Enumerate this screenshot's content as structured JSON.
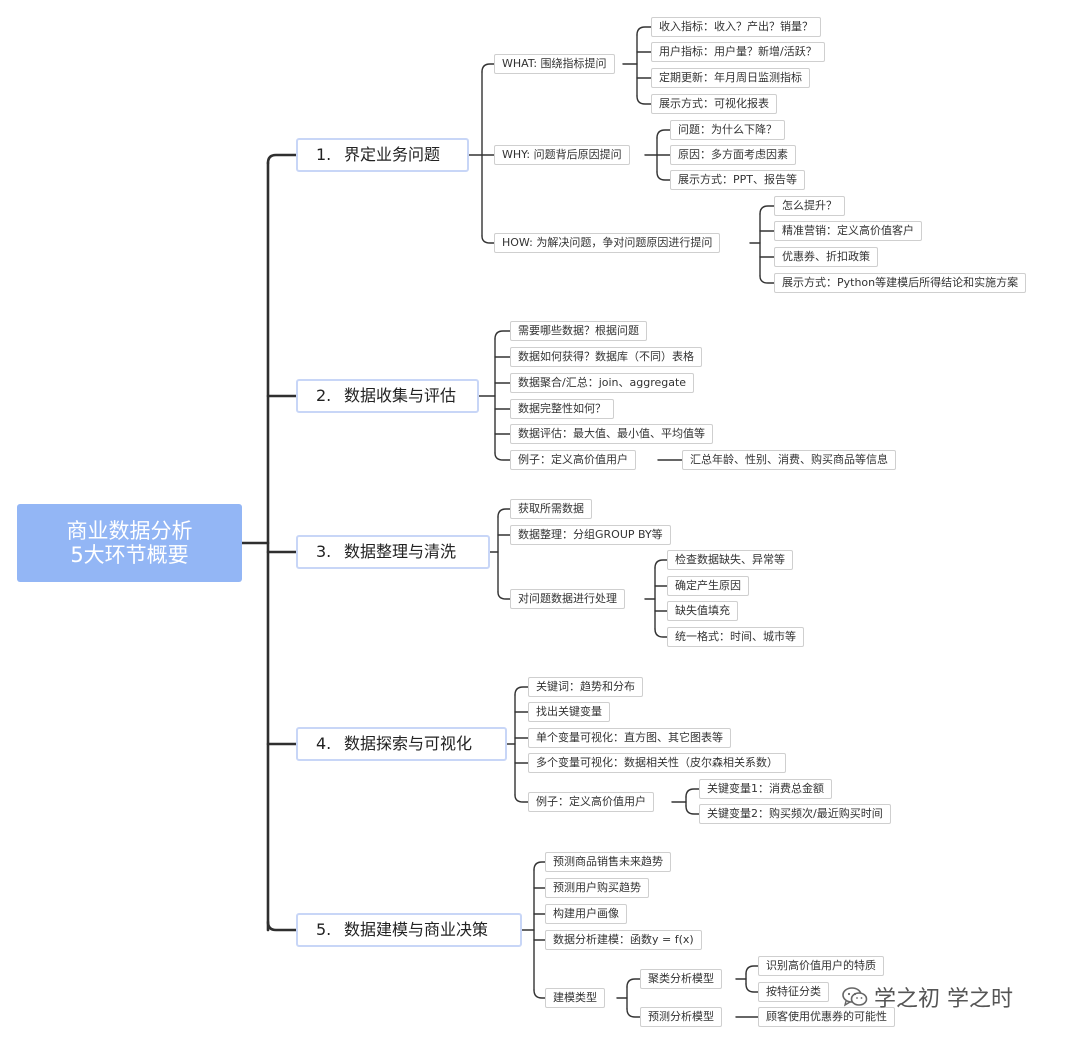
{
  "root": {
    "line1": "商业数据分析",
    "line2": "5大环节概要"
  },
  "sections": [
    {
      "num": "1.",
      "title": "界定业务问题",
      "what": {
        "label": "WHAT: 围绕指标提问",
        "items": [
          "收入指标：收入？产出？销量？",
          "用户指标：用户量？新增/活跃？",
          "定期更新：年月周日监测指标",
          "展示方式：可视化报表"
        ]
      },
      "why": {
        "label": "WHY: 问题背后原因提问",
        "items": [
          "问题：为什么下降？",
          "原因：多方面考虑因素",
          "展示方式：PPT、报告等"
        ]
      },
      "how": {
        "label": "HOW: 为解决问题，争对问题原因进行提问",
        "items": [
          "怎么提升？",
          "精准营销：定义高价值客户",
          "优惠券、折扣政策",
          "展示方式：Python等建模后所得结论和实施方案"
        ]
      }
    },
    {
      "num": "2.",
      "title": "数据收集与评估",
      "items": [
        "需要哪些数据？根据问题",
        "数据如何获得？数据库（不同）表格",
        "数据聚合/汇总：join、aggregate",
        "数据完整性如何？",
        "数据评估：最大值、最小值、平均值等",
        "例子：定义高价值用户"
      ],
      "example_detail": "汇总年龄、性别、消费、购买商品等信息"
    },
    {
      "num": "3.",
      "title": "数据整理与清洗",
      "items": [
        "获取所需数据",
        "数据整理：分组GROUP BY等",
        "对问题数据进行处理"
      ],
      "process_items": [
        "检查数据缺失、异常等",
        "确定产生原因",
        "缺失值填充",
        "统一格式：时间、城市等"
      ]
    },
    {
      "num": "4.",
      "title": "数据探索与可视化",
      "items": [
        "关键词：趋势和分布",
        "找出关键变量",
        "单个变量可视化：直方图、其它图表等",
        "多个变量可视化：数据相关性（皮尔森相关系数）",
        "例子：定义高价值用户"
      ],
      "example_items": [
        "关键变量1：消费总金额",
        "关键变量2：购买频次/最近购买时间"
      ]
    },
    {
      "num": "5.",
      "title": "数据建模与商业决策",
      "items": [
        "预测商品销售未来趋势",
        "预测用户购买趋势",
        "构建用户画像",
        "数据分析建模：函数y = f(x)",
        "建模类型"
      ],
      "model_types": [
        "聚类分析模型",
        "预测分析模型"
      ],
      "cluster_items": [
        "识别高价值用户的特质",
        "按特征分类"
      ],
      "predict_items": [
        "顾客使用优惠券的可能性"
      ]
    }
  ],
  "watermark": {
    "text": "学之初 学之时",
    "icon": "wechat-icon"
  },
  "colors": {
    "root_bg": "#93b6f5",
    "main_border": "#c8d6f7",
    "line": "#333333"
  }
}
